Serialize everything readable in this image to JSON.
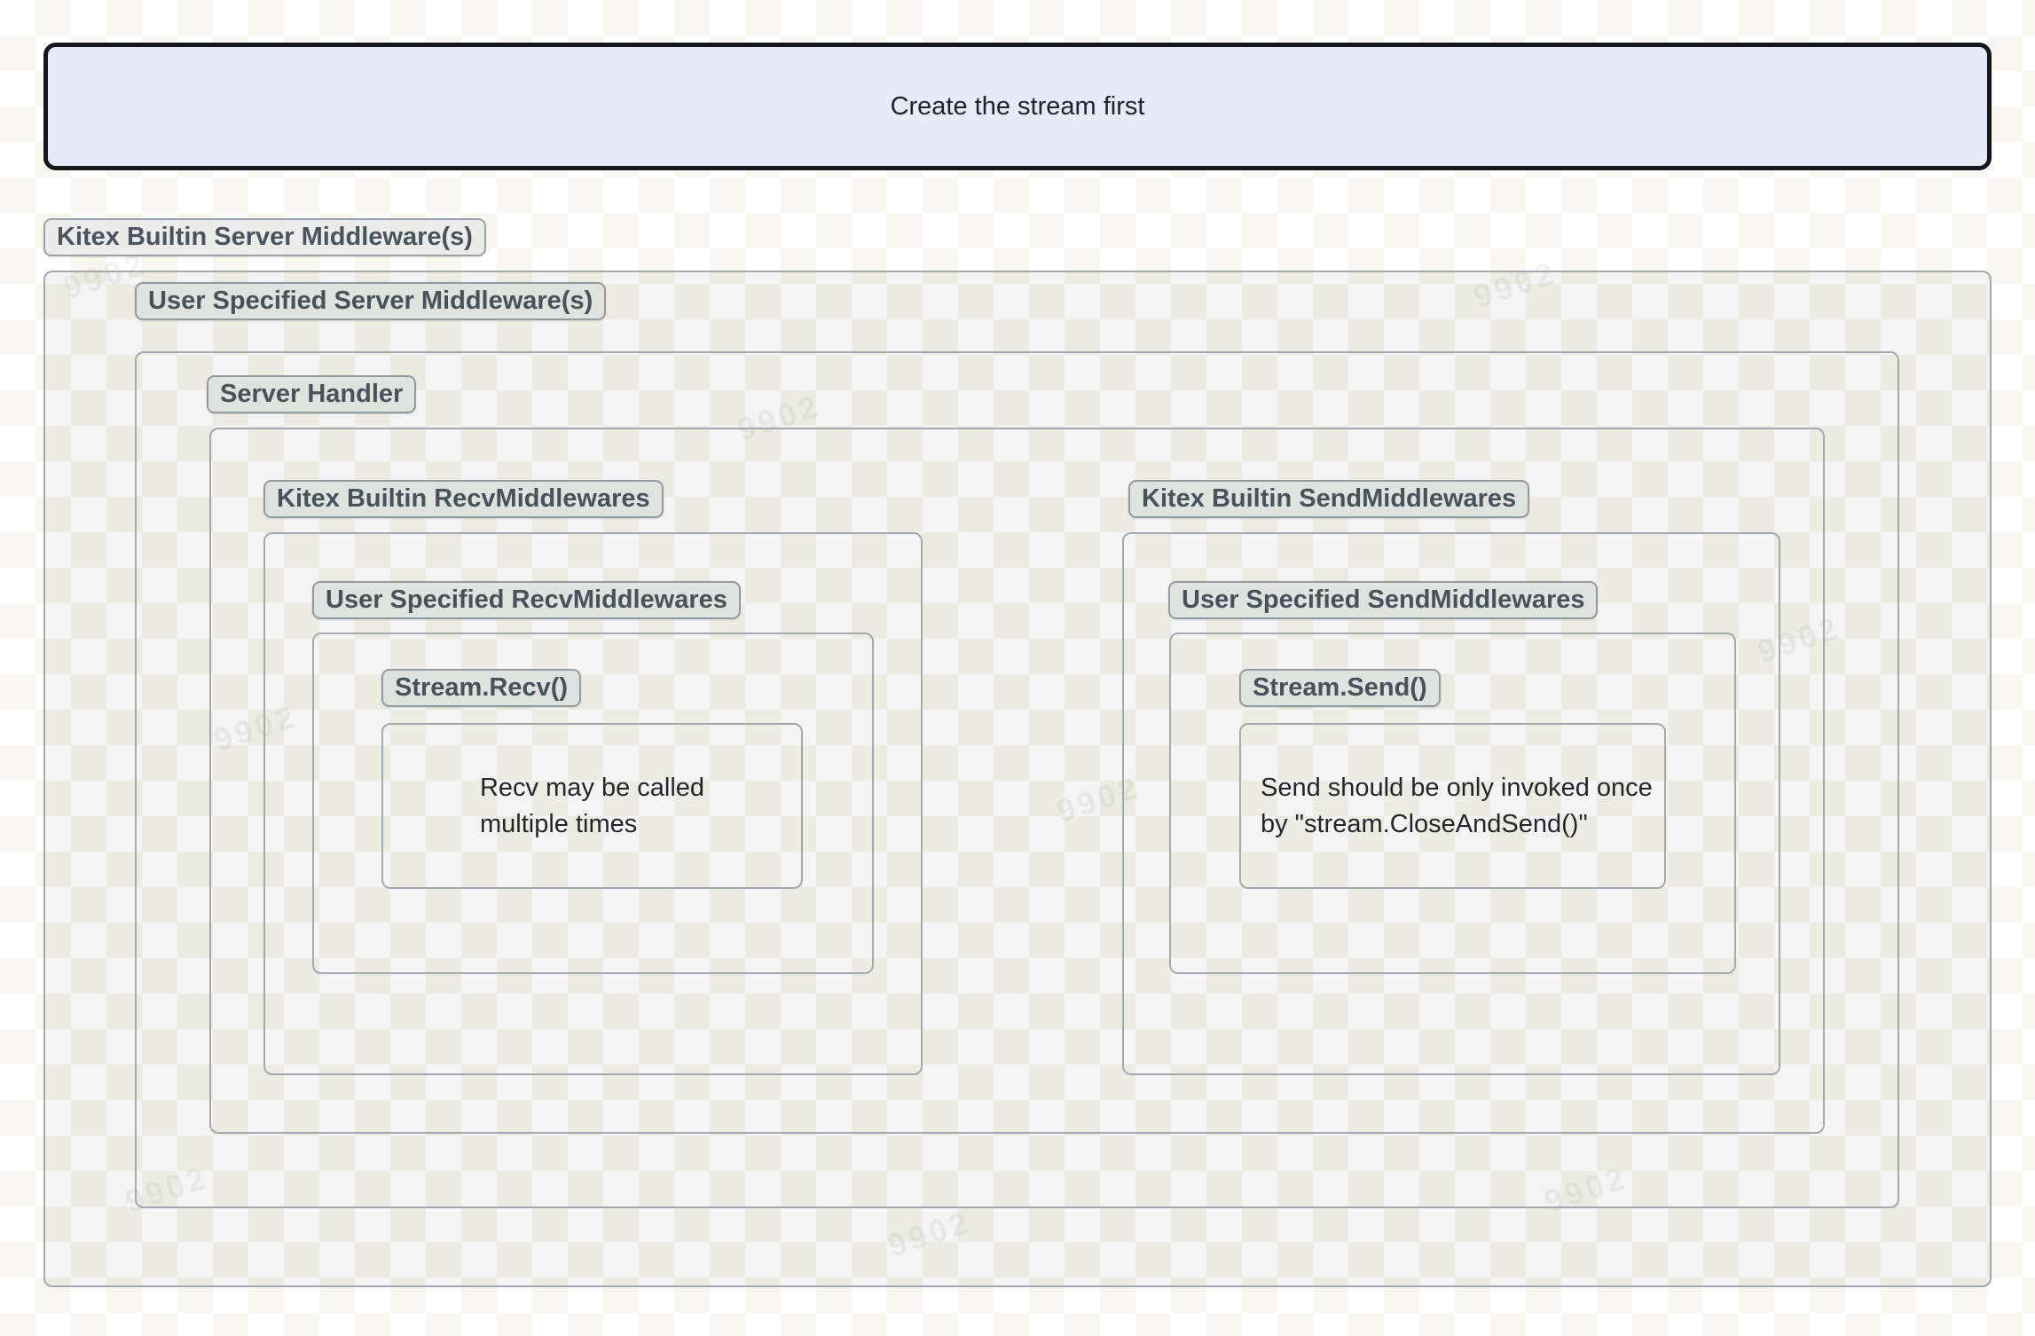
{
  "banner": {
    "label": "Create the stream first"
  },
  "watermark": {
    "text": "9902"
  },
  "colors": {
    "banner_fill": "#e8ecf8",
    "banner_border": "#14171c",
    "box_border": "#a3a9af",
    "box_inner_tint": "#f0f1ef",
    "tag_bg": "#eaebea",
    "tag_border": "#9ba1a8",
    "tag_text": "#4b545e",
    "note_text": "#23272c",
    "page_bg": "#ffffff"
  },
  "diagram": {
    "outer_label": "Kitex Builtin Server Middleware(s)",
    "user_server_label": "User Specified Server Middleware(s)",
    "server_handler_label": "Server Handler",
    "recv": {
      "builtin_label": "Kitex Builtin RecvMiddlewares",
      "user_label": "User Specified RecvMiddlewares",
      "stream_label": "Stream.Recv()",
      "note_line1": "Recv may be called",
      "note_line2": "multiple times"
    },
    "send": {
      "builtin_label": "Kitex Builtin SendMiddlewares",
      "user_label": "User Specified SendMiddlewares",
      "stream_label": "Stream.Send()",
      "note_line1": "Send should be only invoked once",
      "note_line2": "by \"stream.CloseAndSend()\""
    }
  }
}
